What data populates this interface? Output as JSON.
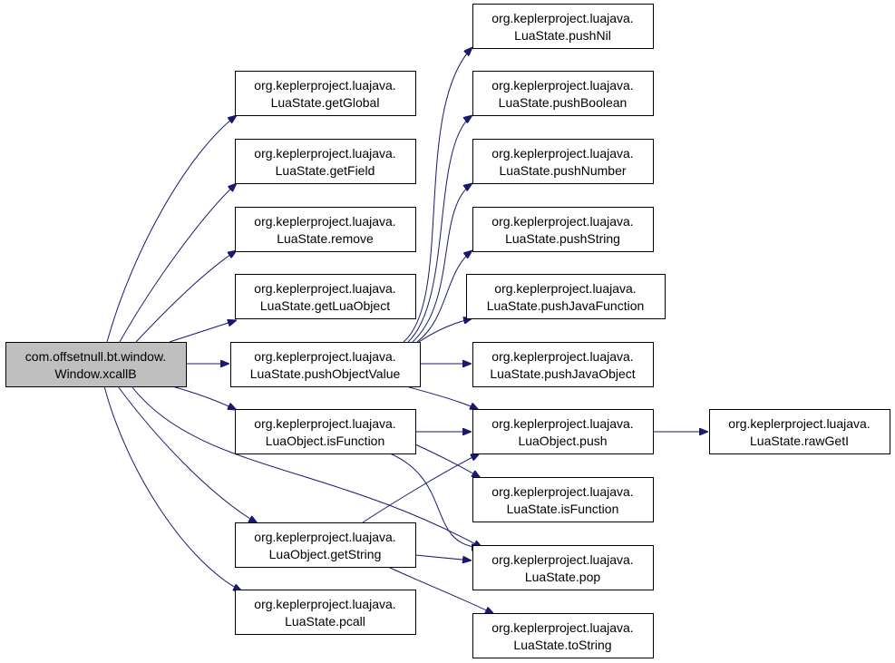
{
  "diagram": {
    "edge_color": "#191970",
    "root_fill": "#bfbfbf",
    "node_fill": "#ffffff",
    "nodes": [
      {
        "id": "xcallB",
        "line1": "com.offsetnull.bt.window.",
        "line2": "Window.xcallB",
        "root": true
      },
      {
        "id": "getGlobal",
        "line1": "org.keplerproject.luajava.",
        "line2": "LuaState.getGlobal"
      },
      {
        "id": "getField",
        "line1": "org.keplerproject.luajava.",
        "line2": "LuaState.getField"
      },
      {
        "id": "remove",
        "line1": "org.keplerproject.luajava.",
        "line2": "LuaState.remove"
      },
      {
        "id": "getLuaObject",
        "line1": "org.keplerproject.luajava.",
        "line2": "LuaState.getLuaObject"
      },
      {
        "id": "pushObjectValue",
        "line1": "org.keplerproject.luajava.",
        "line2": "LuaState.pushObjectValue"
      },
      {
        "id": "isFunctionObj",
        "line1": "org.keplerproject.luajava.",
        "line2": "LuaObject.isFunction"
      },
      {
        "id": "getString",
        "line1": "org.keplerproject.luajava.",
        "line2": "LuaObject.getString"
      },
      {
        "id": "pcall",
        "line1": "org.keplerproject.luajava.",
        "line2": "LuaState.pcall"
      },
      {
        "id": "pushNil",
        "line1": "org.keplerproject.luajava.",
        "line2": "LuaState.pushNil"
      },
      {
        "id": "pushBoolean",
        "line1": "org.keplerproject.luajava.",
        "line2": "LuaState.pushBoolean"
      },
      {
        "id": "pushNumber",
        "line1": "org.keplerproject.luajava.",
        "line2": "LuaState.pushNumber"
      },
      {
        "id": "pushString",
        "line1": "org.keplerproject.luajava.",
        "line2": "LuaState.pushString"
      },
      {
        "id": "pushJavaFunction",
        "line1": "org.keplerproject.luajava.",
        "line2": "LuaState.pushJavaFunction"
      },
      {
        "id": "pushJavaObject",
        "line1": "org.keplerproject.luajava.",
        "line2": "LuaState.pushJavaObject"
      },
      {
        "id": "push",
        "line1": "org.keplerproject.luajava.",
        "line2": "LuaObject.push"
      },
      {
        "id": "isFunctionState",
        "line1": "org.keplerproject.luajava.",
        "line2": "LuaState.isFunction"
      },
      {
        "id": "pop",
        "line1": "org.keplerproject.luajava.",
        "line2": "LuaState.pop"
      },
      {
        "id": "toString",
        "line1": "org.keplerproject.luajava.",
        "line2": "LuaState.toString"
      },
      {
        "id": "rawGetI",
        "line1": "org.keplerproject.luajava.",
        "line2": "LuaState.rawGetI"
      }
    ],
    "edges": [
      {
        "from": "xcallB",
        "to": "getGlobal"
      },
      {
        "from": "xcallB",
        "to": "getField"
      },
      {
        "from": "xcallB",
        "to": "remove"
      },
      {
        "from": "xcallB",
        "to": "getLuaObject"
      },
      {
        "from": "xcallB",
        "to": "pushObjectValue"
      },
      {
        "from": "xcallB",
        "to": "isFunctionObj"
      },
      {
        "from": "xcallB",
        "to": "getString"
      },
      {
        "from": "xcallB",
        "to": "pcall"
      },
      {
        "from": "xcallB",
        "to": "pop"
      },
      {
        "from": "pushObjectValue",
        "to": "pushNil"
      },
      {
        "from": "pushObjectValue",
        "to": "pushBoolean"
      },
      {
        "from": "pushObjectValue",
        "to": "pushNumber"
      },
      {
        "from": "pushObjectValue",
        "to": "pushString"
      },
      {
        "from": "pushObjectValue",
        "to": "pushJavaFunction"
      },
      {
        "from": "pushObjectValue",
        "to": "pushJavaObject"
      },
      {
        "from": "pushObjectValue",
        "to": "push"
      },
      {
        "from": "isFunctionObj",
        "to": "push"
      },
      {
        "from": "isFunctionObj",
        "to": "isFunctionState"
      },
      {
        "from": "isFunctionObj",
        "to": "pop"
      },
      {
        "from": "getString",
        "to": "push"
      },
      {
        "from": "getString",
        "to": "pop"
      },
      {
        "from": "getString",
        "to": "toString"
      },
      {
        "from": "push",
        "to": "rawGetI"
      }
    ]
  }
}
